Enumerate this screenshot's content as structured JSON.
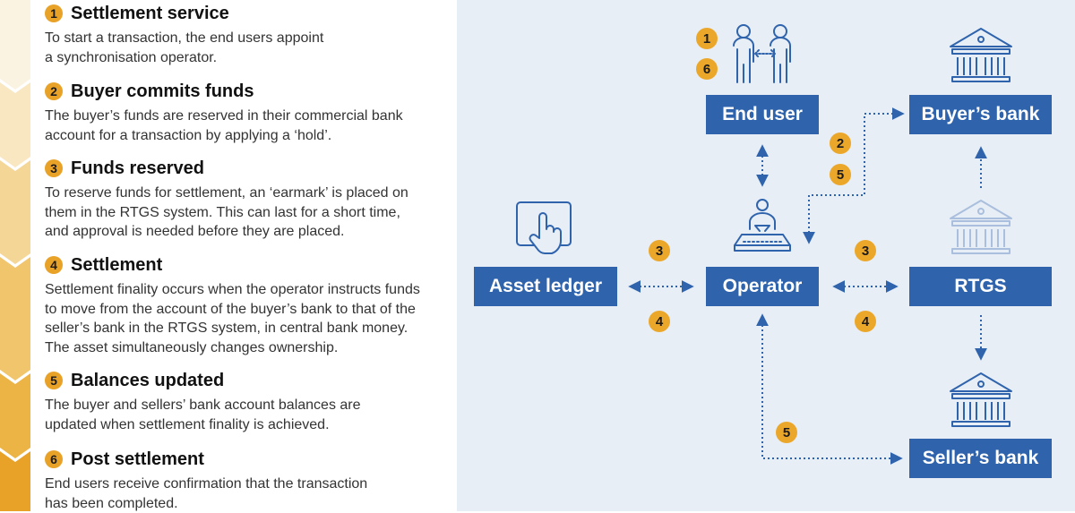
{
  "steps": [
    {
      "num": "1",
      "title": "Settlement service",
      "lines": [
        "To start a transaction, the end users appoint",
        "a synchronisation operator."
      ]
    },
    {
      "num": "2",
      "title": "Buyer commits funds",
      "lines": [
        "The buyer’s funds are reserved in their commercial bank",
        "account for a transaction by applying a ‘hold’."
      ]
    },
    {
      "num": "3",
      "title": "Funds reserved",
      "lines": [
        "To reserve funds for settlement, an ‘earmark’ is placed on",
        "them in the RTGS system. This can last for a short time,",
        "and approval is needed before they are placed."
      ]
    },
    {
      "num": "4",
      "title": "Settlement",
      "lines": [
        "Settlement finality occurs when the operator instructs funds",
        "to move from the account of the buyer’s bank to that of the",
        "seller’s bank in the RTGS system, in central bank money.",
        "The asset simultaneously changes ownership."
      ]
    },
    {
      "num": "5",
      "title": "Balances updated",
      "lines": [
        "The buyer and sellers’ bank account balances are",
        "updated when settlement finality is achieved."
      ]
    },
    {
      "num": "6",
      "title": "Post settlement",
      "lines": [
        "End users receive confirmation that the transaction",
        "has been completed."
      ]
    }
  ],
  "diagram": {
    "end_user": "End user",
    "buyers_bank": "Buyer’s bank",
    "asset_ledger": "Asset ledger",
    "operator": "Operator",
    "rtgs": "RTGS",
    "sellers_bank": "Seller’s bank",
    "badges": {
      "end_user_top": "1",
      "end_user_bottom": "6",
      "buyer_top": "2",
      "buyer_bottom": "5",
      "ledger_top": "3",
      "ledger_bottom": "4",
      "rtgs_top": "3",
      "rtgs_bottom": "4",
      "seller": "5"
    }
  },
  "colors": {
    "accent": "#e9a228",
    "box": "#2f64ad",
    "panel": "#e8eef6",
    "arrow": "#2f64ad"
  }
}
